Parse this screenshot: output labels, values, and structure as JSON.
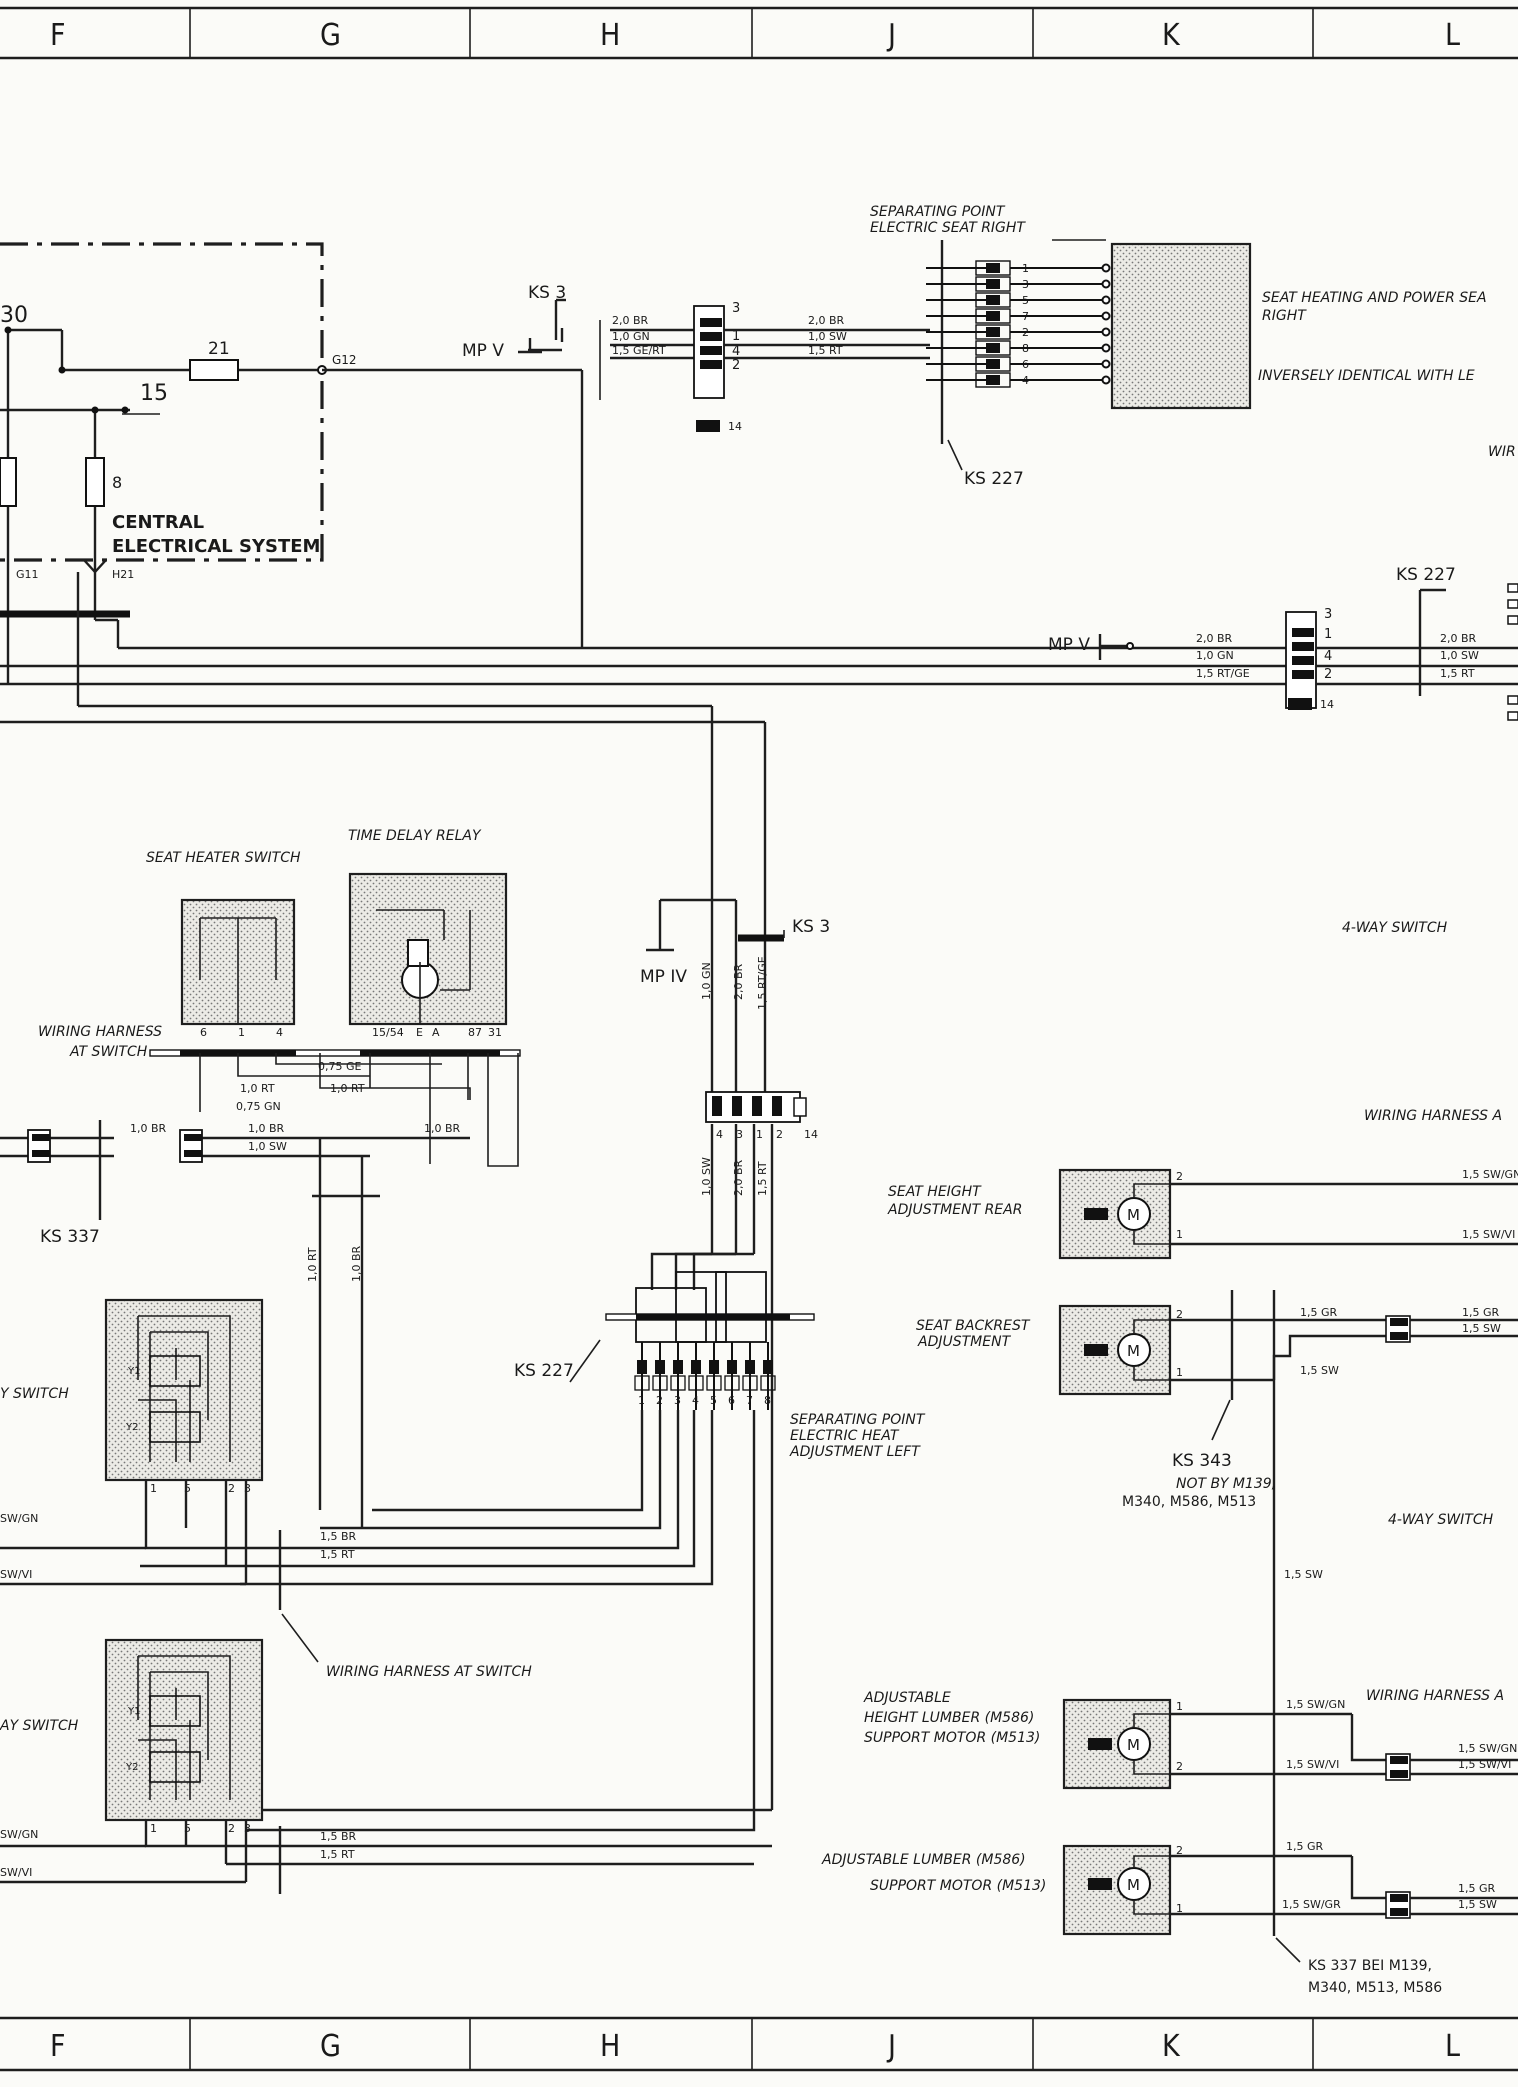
{
  "columns": [
    "F",
    "G",
    "H",
    "J",
    "K",
    "L"
  ],
  "labels": {
    "sep_right_1": "SEPARATING POINT",
    "sep_right_2": "ELECTRIC SEAT RIGHT",
    "seat_heating_right": "SEAT HEATING AND POWER SEA",
    "right": "RIGHT",
    "inversely": "INVERSELY IDENTICAL WITH LE",
    "wir_trunc": "WIR",
    "central_1": "CENTRAL",
    "central_2": "ELECTRICAL SYSTEM",
    "seat_heater_switch": "SEAT HEATER SWITCH",
    "time_delay_relay": "TIME DELAY RELAY",
    "wiring_harness_switch_1": "WIRING HARNESS",
    "wiring_harness_switch_2": "AT SWITCH",
    "four_way_1": "4-WAY SWITCH",
    "four_way_2": "4-WAY SWITCH",
    "wiring_harness_a1": "WIRING HARNESS A",
    "wiring_harness_a2": "WIRING HARNESS A",
    "seat_height_1": "SEAT HEIGHT",
    "seat_height_2": "ADJUSTMENT REAR",
    "backrest_1": "SEAT BACKREST",
    "backrest_2": "ADJUSTMENT",
    "sep_left_1": "SEPARATING POINT",
    "sep_left_2": "ELECTRIC HEAT",
    "sep_left_3": "ADJUSTMENT LEFT",
    "ks343_note_1": "NOT BY  M139,",
    "ks343_note_2": "M340, M586, M513",
    "y_switch_1": "Y SWITCH",
    "y_switch_2": "AY SWITCH",
    "wiring_harness_at_switch": "WIRING HARNESS AT SWITCH",
    "lumber_height_1": "ADJUSTABLE",
    "lumber_height_2": "HEIGHT LUMBER  (M586)",
    "lumber_height_3": "SUPPORT MOTOR  (M513)",
    "lumber_1": "ADJUSTABLE LUMBER  (M586)",
    "lumber_2": "SUPPORT MOTOR   (M513)",
    "ks337_bei_1": "KS 337   BEI M139,",
    "ks337_bei_2": "M340, M513, M586"
  },
  "refs": {
    "ks3_top": "KS 3",
    "ks3_mid": "KS 3",
    "mpv_top": "MP V",
    "mpv_right": "MP V",
    "mp_iv": "MP IV",
    "ks227_top": "KS 227",
    "ks227_right": "KS 227",
    "ks227_mid": "KS 227",
    "ks337_left": "KS 337",
    "ks343": "KS 343",
    "fuse21": "21",
    "fuse8": "8",
    "term30": "30",
    "term15": "15",
    "g12": "G12",
    "g11": "G11",
    "h21": "H21",
    "motor": "M"
  },
  "wires": {
    "w_2br": "2,0 BR",
    "w_10gn": "1,0 GN",
    "w_15gert": "1,5 GE/RT",
    "w_20br_b": "2,0 BR",
    "w_10sw": "1,0 SW",
    "w_15rt": "1,5 RT",
    "w_r_20br": "2,0 BR",
    "w_r_10gn": "1,0 GN",
    "w_r_15rtge": "1,5 RT/GE",
    "w_r_20br_b": "2,0 BR",
    "w_r_10sw": "1,0 SW",
    "w_r_15rt": "1,5 RT",
    "w_075ge": "0,75 GE",
    "w_10rt_a": "1,0 RT",
    "w_10rt_b": "1,0 RT",
    "w_075gn": "0,75 GN",
    "w_10br_a": "1,0 BR",
    "w_10br_b": "1,0 BR",
    "w_10br_c": "1,0 BR",
    "w_10sw_b": "1,0 SW",
    "v_10gn": "1,0 GN",
    "v_20br": "2,0 BR",
    "v_15rtge": "1,5 RT/GE",
    "v_10sw": "1,0 SW",
    "v_20br_b": "2,0 BR",
    "v_15rt": "1,5 RT",
    "v_10rt": "1,0 RT",
    "v_10br": "1,0 BR",
    "w_15br_a": "1,5 BR",
    "w_15rt_a": "1,5 RT",
    "w_15br_b": "1,5 BR",
    "w_15rt_b": "1,5 RT",
    "w_swgn_l1": "SW/GN",
    "w_swvi_l1": "SW/VI",
    "w_swgn_l2": "SW/GN",
    "w_swvi_l2": "SW/VI",
    "w_15swgn_a": "1,5 SW/GN",
    "w_15swvi_a": "1,5 SW/VI",
    "w_15gr_a": "1,5 GR",
    "w_15sw_a": "1,5 SW",
    "w_15gr_b": "1,5 GR",
    "w_15sw_b": "1,5 SW",
    "w_15sw_c": "1,5 SW",
    "w_15swgn_b": "1,5 SW/GN",
    "w_15swvi_b": "1,5 SW/VI",
    "w_15swgn_c": "1,5 SW/GN",
    "w_15swvi_c": "1,5 SW/VI",
    "w_15gr_c": "1,5 GR",
    "w_15swgr": "1,5 SW/GR",
    "w_15gr_d": "1,5 GR",
    "w_15sw_d": "1,5 SW"
  },
  "pins": {
    "sep_right_pins": [
      "1",
      "3",
      "5",
      "7",
      "2",
      "8",
      "6",
      "4"
    ],
    "conn_top_pins": [
      "3",
      "1",
      "4",
      "2",
      "14"
    ],
    "conn_right_pins": [
      "3",
      "1",
      "4",
      "2",
      "14"
    ],
    "heater_pins": [
      "6",
      "1",
      "4"
    ],
    "relay_pins": [
      "15/54",
      "E",
      "A",
      "87",
      "31"
    ],
    "conn_mid_pins": [
      "4",
      "3",
      "1",
      "2",
      "14"
    ],
    "sep_left_pins": [
      "1",
      "2",
      "3",
      "4",
      "5",
      "6",
      "7",
      "8"
    ],
    "sw_pins": [
      "1",
      "5",
      "2",
      "3"
    ],
    "sw_y1": "Y1",
    "sw_y2": "Y2",
    "motor_pins": [
      "2",
      "1"
    ]
  }
}
